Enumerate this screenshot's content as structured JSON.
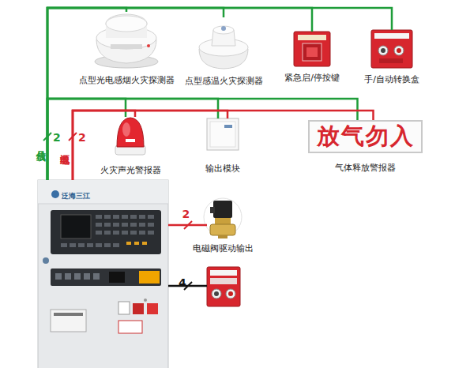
{
  "diagram": {
    "nodes": [
      {
        "text": [
          "点型光电感烟火灾探测器"
        ]
      },
      {
        "text": [
          "点型感温火灾探测器"
        ]
      },
      {
        "text": [
          "紧急启/停按键"
        ]
      },
      {
        "text": [
          "手/自动转换盒"
        ]
      },
      {
        "text": [
          "火灾声光警报器"
        ]
      },
      {
        "text": [
          "输出模块"
        ]
      },
      {
        "text": [
          "放气勿入",
          "气体释放警报器"
        ]
      },
      {
        "text": [
          "泛海三江"
        ]
      },
      {
        "text": [
          "电磁阀驱动输出"
        ]
      }
    ],
    "edges": [
      {
        "from": 7,
        "to": 0,
        "arrow": "none"
      },
      {
        "from": 7,
        "to": 1,
        "arrow": "none"
      },
      {
        "from": 7,
        "to": 2,
        "arrow": "none"
      },
      {
        "from": 7,
        "to": 3,
        "arrow": "none"
      },
      {
        "from": 7,
        "to": 4,
        "arrow": "none"
      },
      {
        "from": 7,
        "to": 5,
        "arrow": "none"
      },
      {
        "from": 7,
        "to": 6,
        "arrow": "none"
      },
      {
        "from": 7,
        "to": 4,
        "arrow": "none"
      },
      {
        "from": 7,
        "to": 5,
        "arrow": "none"
      },
      {
        "from": 7,
        "to": 6,
        "arrow": "none"
      },
      {
        "from": 7,
        "to": 8,
        "label": "2",
        "arrow": "none"
      }
    ],
    "labels": [
      "2",
      "信号线",
      "2",
      "电源线",
      "4"
    ]
  }
}
